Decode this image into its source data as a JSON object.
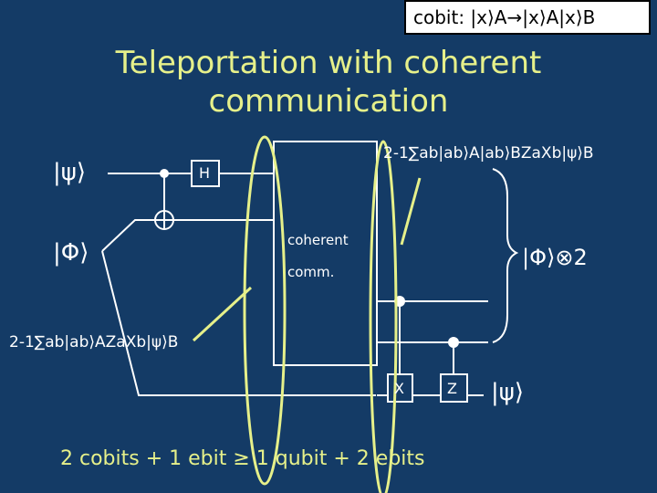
{
  "header": {
    "cobit_label": "cobit: |x⟩A→|x⟩A|x⟩B"
  },
  "title": {
    "line1": "Teleportation with coherent",
    "line2": "communication"
  },
  "diagram": {
    "ket_psi_input": "|ψ⟩",
    "ket_phi_input": "|Φ⟩",
    "hadamard_gate": "H",
    "box_label_line1": "coherent",
    "box_label_line2": "comm.",
    "state_top_right": "2-1∑ab|ab⟩A|ab⟩BZaXb|ψ⟩B",
    "state_left": "2-1∑ab|ab⟩AZaXb|ψ⟩B",
    "ket_phi_tensor": "|Φ⟩⊗2",
    "x_gate": "X",
    "z_gate": "Z",
    "ket_psi_output": "|ψ⟩"
  },
  "footer": {
    "equation": "2 cobits + 1 ebit ≥ 1 qubit + 2 ebits"
  },
  "colors": {
    "background": "#143b66",
    "accent": "#e6f08a",
    "line": "#ffffff"
  }
}
